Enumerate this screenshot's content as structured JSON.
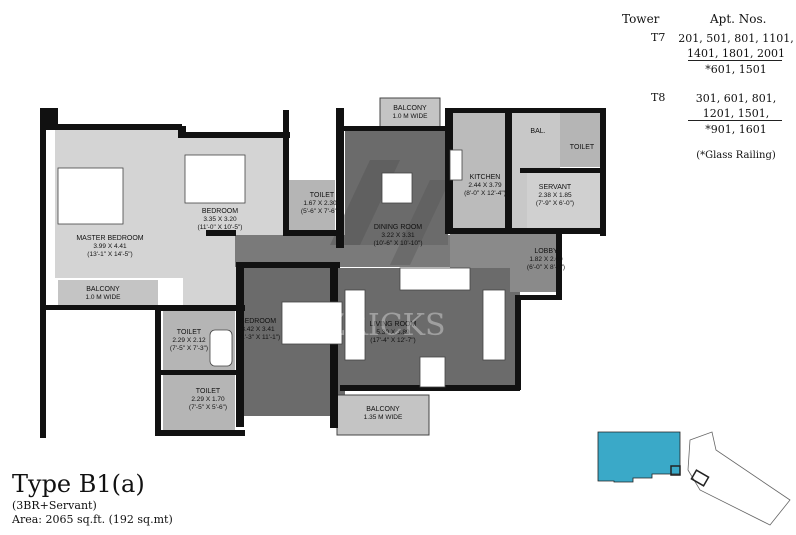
{
  "plan": {
    "type_title": "Type B1(a)",
    "config": "(3BR+Servant)",
    "area": "Area: 2065 sq.ft. (192 sq.mt)",
    "watermark": "ZRICKS"
  },
  "tower_table": {
    "header_tower": "Tower",
    "header_apt": "Apt. Nos.",
    "rows": [
      {
        "tower": "T7",
        "line1": "201, 501, 801, 1101,",
        "line2": "1401, 1801, 2001",
        "glass": "*601, 1501"
      },
      {
        "tower": "T8",
        "line1": "301, 601, 801,",
        "line2": "1201, 1501,",
        "glass": "*901, 1601"
      }
    ],
    "note": "(*Glass Railing)"
  },
  "rooms": {
    "master_bedroom": {
      "name": "MASTER BEDROOM",
      "m": "3.99 X 4.41",
      "ft": "(13'-1\" X 14'-5\")"
    },
    "bedroom1": {
      "name": "BEDROOM",
      "m": "3.35 X 3.20",
      "ft": "(11'-0\" X 10'-5\")"
    },
    "toilet1": {
      "name": "TOILET",
      "m": "1.67 X 2.30",
      "ft": "(5'-6\" X 7'-6\")"
    },
    "dining": {
      "name": "DINING ROOM",
      "m": "3.22 X 3.31",
      "ft": "(10'-6\" X 10'-10\")"
    },
    "kitchen": {
      "name": "KITCHEN",
      "m": "2.44 X 3.79",
      "ft": "(8'-0\" X 12'-4\")"
    },
    "bal": {
      "name": "BAL."
    },
    "toilet_servant": {
      "name": "TOILET"
    },
    "servant": {
      "name": "SERVANT",
      "m": "2.38 X 1.85",
      "ft": "(7'-9\" X 6'-0\")"
    },
    "lobby": {
      "name": "LOBBY",
      "m": "1.82 X 2.60",
      "ft": "(6'-0\" X 8'-6\")"
    },
    "bedroom2": {
      "name": "BEDROOM",
      "m": "3.42 X 3.41",
      "ft": "(11'-3\" X 11'-1\")"
    },
    "living": {
      "name": "LIVING ROOM",
      "m": "5.30 X 3.89",
      "ft": "(17'-4\" X 12'-7\")"
    },
    "toilet2": {
      "name": "TOILET",
      "m": "2.29 X 2.12",
      "ft": "(7'-5\" X 7'-3\")"
    },
    "toilet3": {
      "name": "TOILET",
      "m": "2.29 X 1.70",
      "ft": "(7'-5\" X 5'-6\")"
    },
    "balcony_top": {
      "name": "BALCONY",
      "w": "1.0 M WIDE"
    },
    "balcony_left": {
      "name": "BALCONY",
      "w": "1.0 M WIDE"
    },
    "balcony_bottom": {
      "name": "BALCONY",
      "w": "1.35 M WIDE"
    }
  },
  "colors": {
    "highlight": "#3aa9c8",
    "dark": "#6b6b6b",
    "mid": "#8a8a8a",
    "light": "#d4d4d4",
    "tile": "#b9b9b9"
  }
}
